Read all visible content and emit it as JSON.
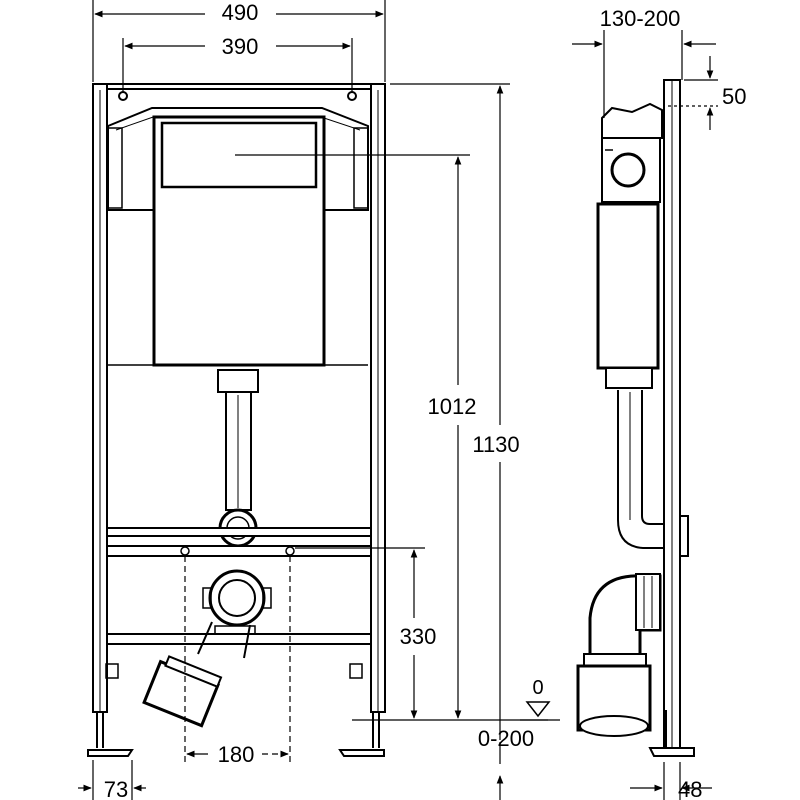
{
  "colors": {
    "stroke": "#000000",
    "fill": "#ffffff",
    "shade": "#d9d9d9"
  },
  "front_view": {
    "width_total": "490",
    "hole_spacing": "390",
    "height_1012": "1012",
    "height_1130": "1130",
    "height_330": "330",
    "spacing_180": "180",
    "foot_73": "73"
  },
  "side_view": {
    "depth_range": "130-200",
    "offset_50": "50",
    "floor_zero": "0",
    "floor_range": "0-200",
    "depth_48": "48"
  }
}
